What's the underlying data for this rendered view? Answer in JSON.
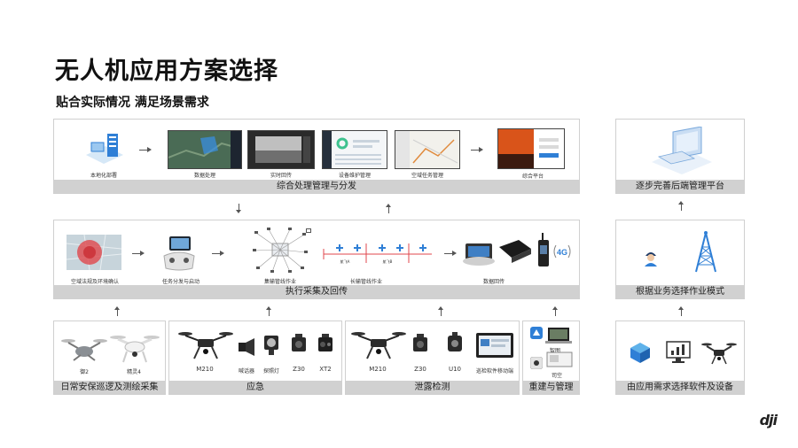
{
  "title": "无人机应用方案选择",
  "subtitle": "贴合实际情况  满足场景需求",
  "top_panel": {
    "bar": "综合处理管理与分发",
    "items": [
      "本地化部署",
      "数据处理",
      "实时回传",
      "设备维护管理",
      "空域任务管理",
      "综合平台"
    ]
  },
  "mid_panel": {
    "bar": "执行采集及回传",
    "items": [
      "空域法规及环境确认",
      "任务分发与启动",
      "集输管线作业",
      "长输管线作业",
      "数据回传"
    ],
    "tiny_labels": [
      "航飞A",
      "航飞B"
    ]
  },
  "bottom_panels": [
    {
      "bar": "日常安保巡逻及测绘采集",
      "items": [
        "御2",
        "精灵4"
      ]
    },
    {
      "bar": "应急",
      "items": [
        "M210",
        "喊话器",
        "探照灯",
        "Z30",
        "XT2"
      ]
    },
    {
      "bar": "泄露检测",
      "items": [
        "M210",
        "Z30",
        "U10",
        "巡检软件移动端"
      ]
    },
    {
      "bar": "重建与管理",
      "items": [
        "智图",
        "司空"
      ]
    }
  ],
  "right_column": {
    "top": "逐步完善后端管理平台",
    "mid": "根据业务选择作业模式",
    "bottom": "由应用需求选择软件及设备"
  },
  "logo": "dji",
  "colors": {
    "bar": "#d1d1d1",
    "accent_blue": "#2f7fd6",
    "map_red": "#e0474c"
  }
}
